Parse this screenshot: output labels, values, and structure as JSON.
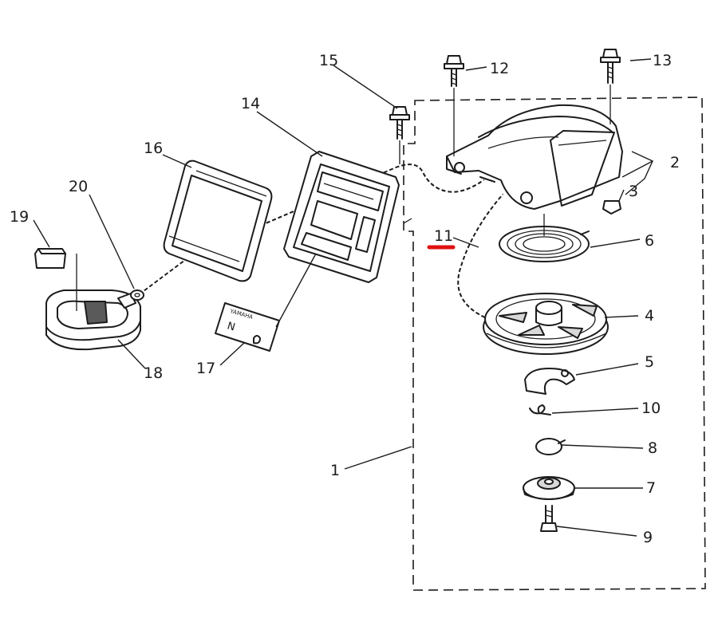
{
  "callouts": {
    "c1": "1",
    "c2": "2",
    "c3": "3",
    "c4": "4",
    "c5": "5",
    "c6": "6",
    "c7": "7",
    "c8": "8",
    "c9": "9",
    "c10": "10",
    "c11": "11",
    "c12": "12",
    "c13": "13",
    "c14": "14",
    "c15": "15",
    "c16": "16",
    "c17": "17",
    "c18": "18",
    "c19": "19",
    "c20": "20"
  },
  "decal": {
    "brand": "YAMAHA",
    "position": "N"
  },
  "colors": {
    "ink": "#1c1c1c",
    "highlight": "#e01010",
    "background": "#ffffff"
  }
}
